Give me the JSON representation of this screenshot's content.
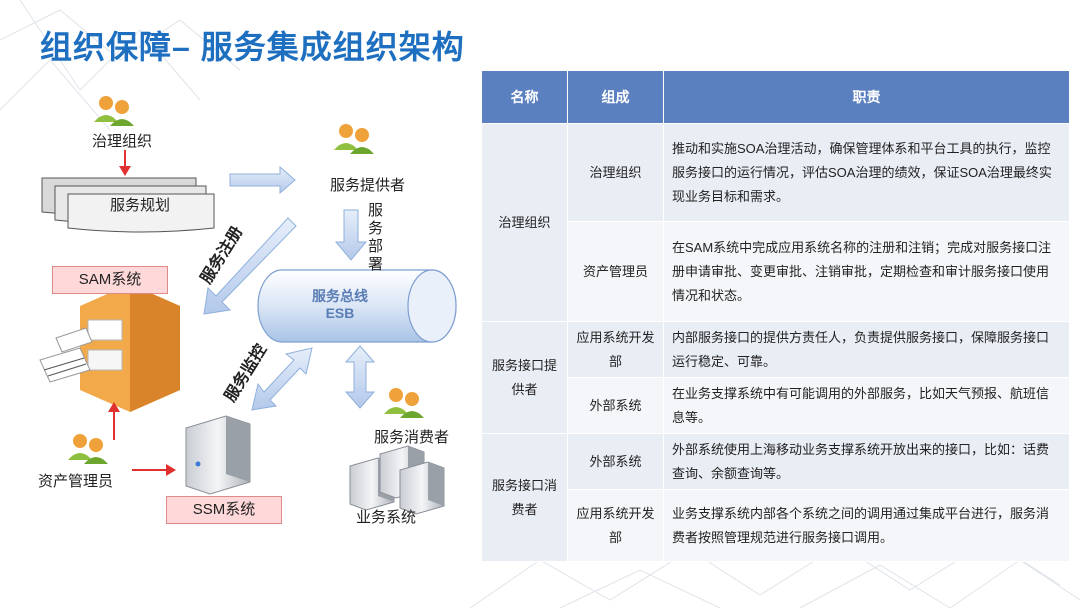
{
  "title": "组织保障– 服务集成组织架构",
  "diagram": {
    "governance_org": "治理组织",
    "service_planning": "服务规划",
    "service_provider": "服务提供者",
    "service_deploy": "服务部署",
    "service_register": "服务注册",
    "sam_system": "SAM系统",
    "esb_line1": "服务总线",
    "esb_line2": "ESB",
    "service_monitor": "服务监控",
    "service_consumer": "服务消费者",
    "asset_admin": "资产管理员",
    "ssm_system": "SSM系统",
    "business_system": "业务系统"
  },
  "table": {
    "headers": [
      "名称",
      "组成",
      "职责"
    ],
    "groups": [
      {
        "name": "治理组织",
        "rows": [
          {
            "component": "治理组织",
            "duty": "推动和实施SOA治理活动，确保管理体系和平台工具的执行，监控服务接口的运行情况，评估SOA治理的绩效，保证SOA治理最终实现业务目标和需求。"
          },
          {
            "component": "资产管理员",
            "duty": "在SAM系统中完成应用系统名称的注册和注销；完成对服务接口注册申请审批、变更审批、注销审批，定期检查和审计服务接口使用情况和状态。"
          }
        ]
      },
      {
        "name": "服务接口提供者",
        "rows": [
          {
            "component": "应用系统开发部",
            "duty": "内部服务接口的提供方责任人，负责提供服务接口，保障服务接口运行稳定、可靠。"
          },
          {
            "component": "外部系统",
            "duty": "在业务支撑系统中有可能调用的外部服务，比如天气预报、航班信息等。"
          }
        ]
      },
      {
        "name": "服务接口消费者",
        "rows": [
          {
            "component": "外部系统",
            "duty": "外部系统使用上海移动业务支撑系统开放出来的接口，比如：话费查询、余额查询等。"
          },
          {
            "component": "应用系统开发部",
            "duty": "业务支撑系统内部各个系统之间的调用通过集成平台进行，服务消费者按照管理规范进行服务接口调用。"
          }
        ]
      }
    ]
  }
}
